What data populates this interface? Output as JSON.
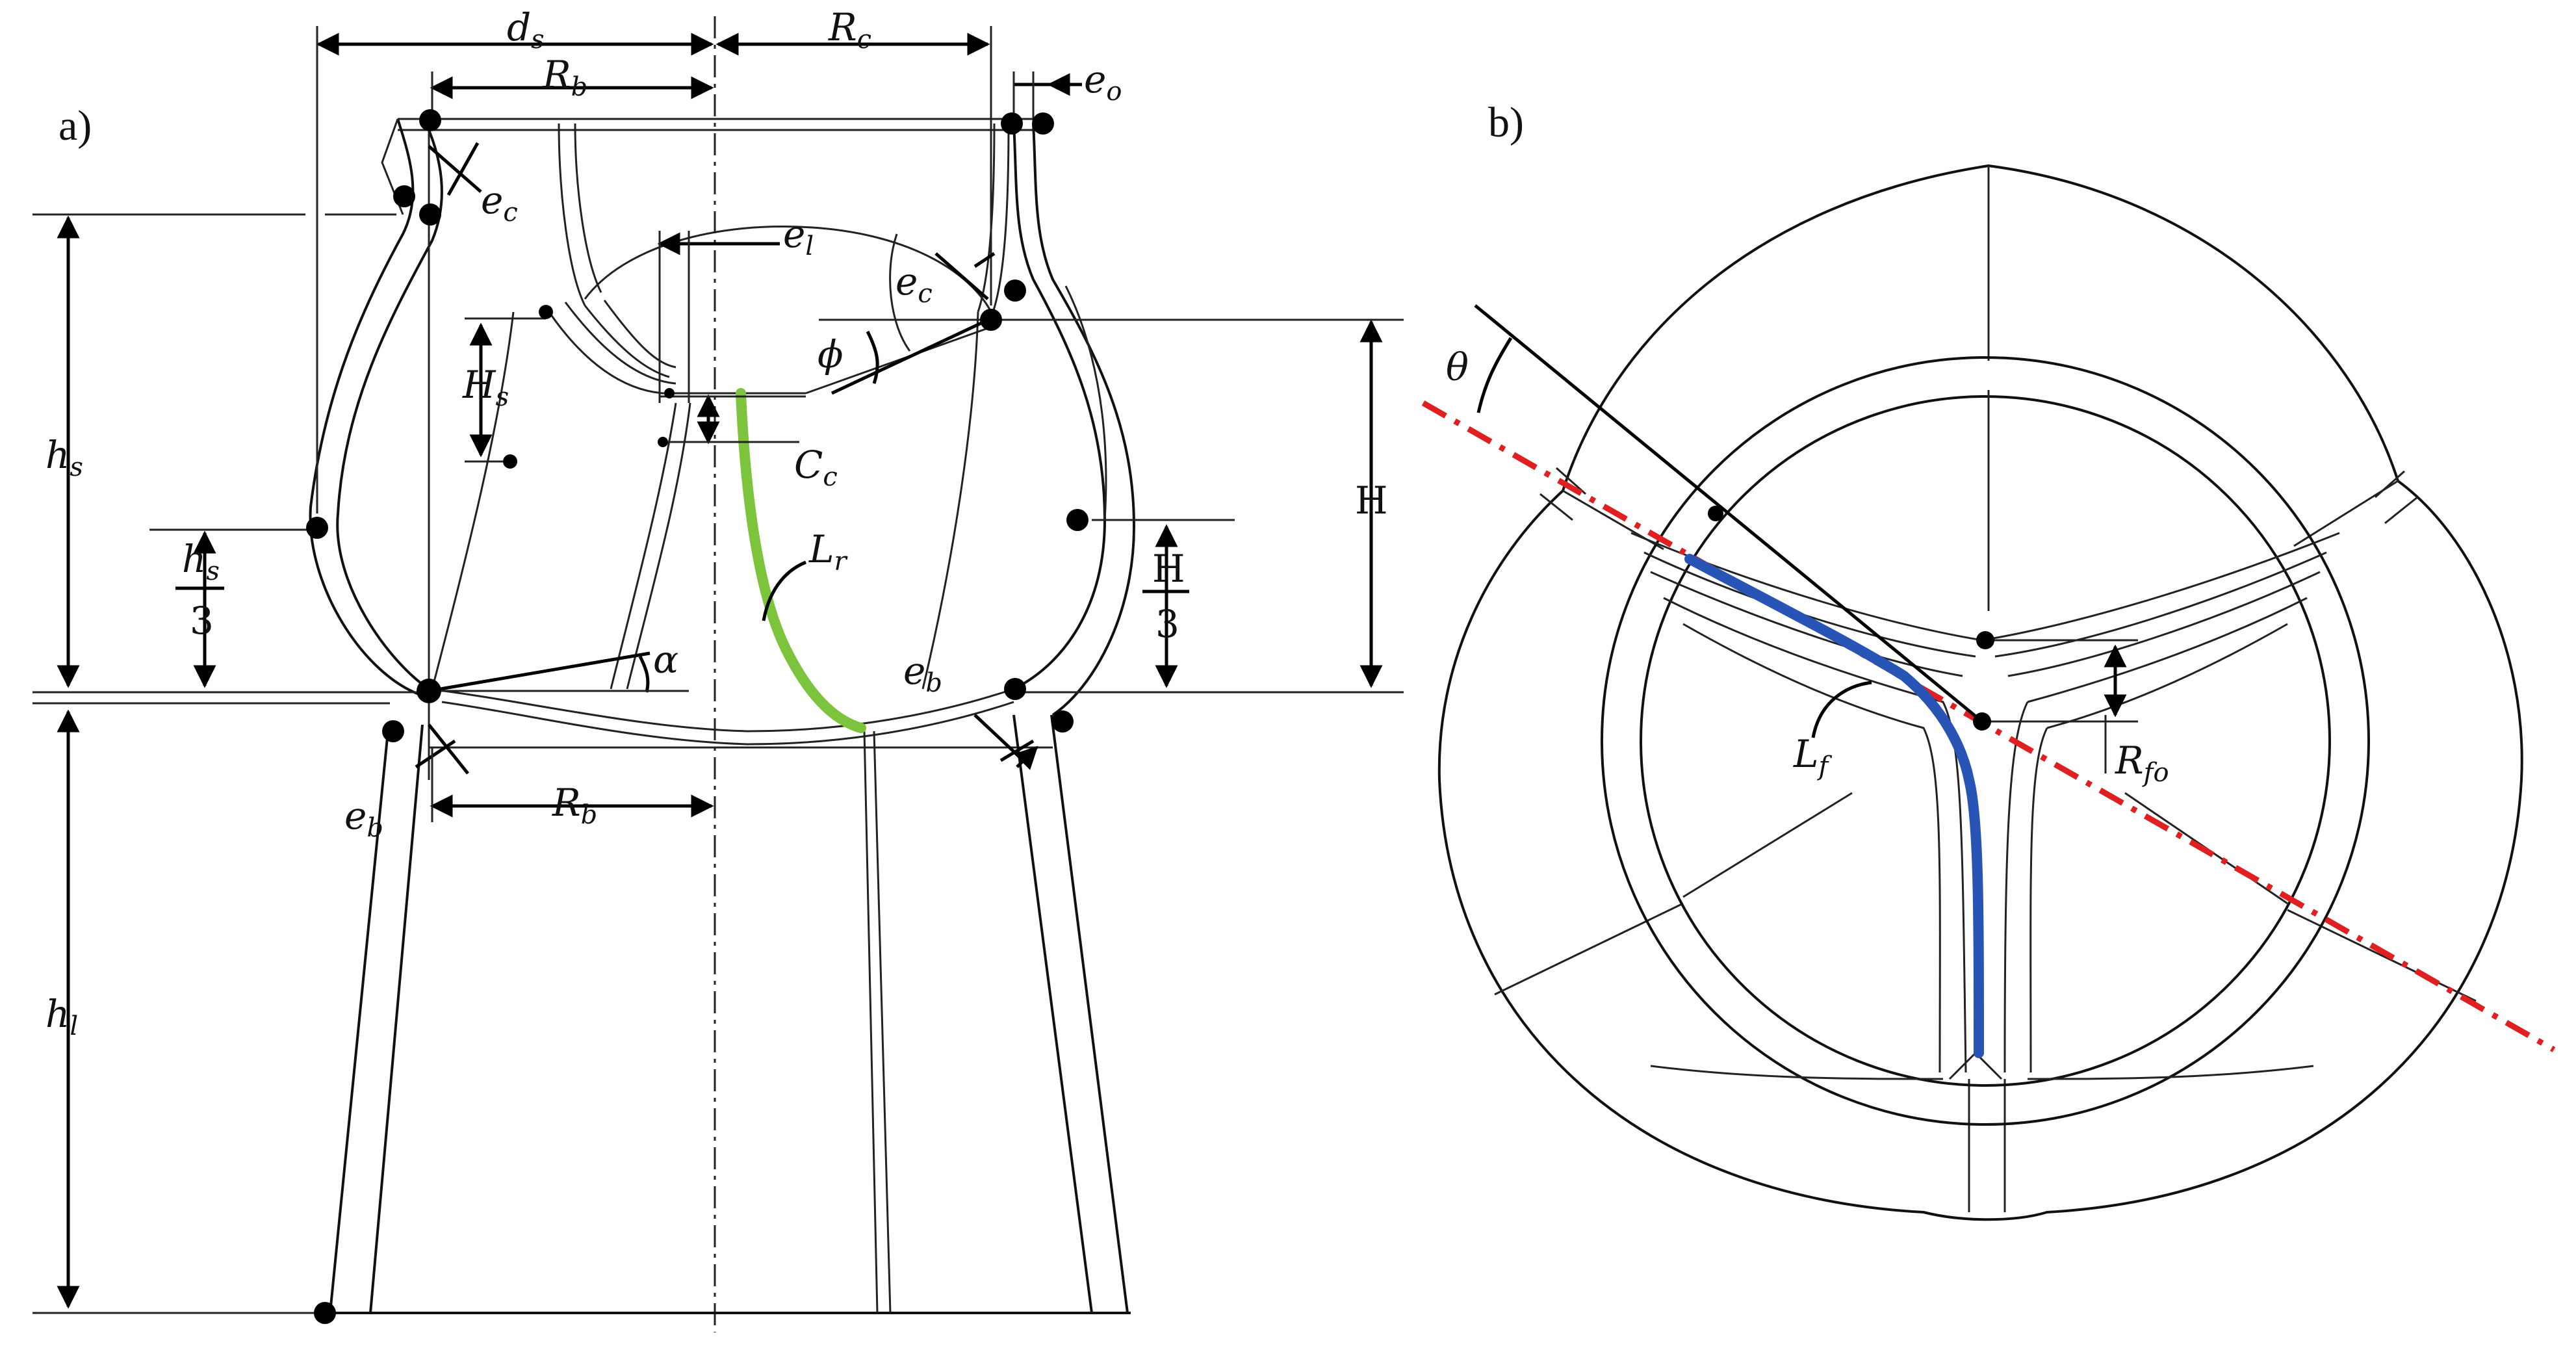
{
  "panels": {
    "a": {
      "label": "a)"
    },
    "b": {
      "label": "b)"
    }
  },
  "symbols": {
    "ds": {
      "main": "d",
      "sub": "s"
    },
    "Rc": {
      "main": "R",
      "sub": "c"
    },
    "eo": {
      "main": "e",
      "sub": "o"
    },
    "Rb_top": {
      "main": "R",
      "sub": "b"
    },
    "ec_left": {
      "main": "e",
      "sub": "c"
    },
    "el": {
      "main": "e",
      "sub": "l"
    },
    "ec_right": {
      "main": "e",
      "sub": "c"
    },
    "phi": {
      "main": "ϕ"
    },
    "Hs": {
      "main": "H",
      "sub": "s"
    },
    "Cc": {
      "main": "C",
      "sub": "c"
    },
    "hs": {
      "main": "h",
      "sub": "s"
    },
    "hs3_num": {
      "main": "h",
      "sub": "s"
    },
    "hs3_den": {
      "main": "3"
    },
    "Lr": {
      "main": "L",
      "sub": "r"
    },
    "alpha": {
      "main": "α"
    },
    "eb_right": {
      "main": "e",
      "sub": "b"
    },
    "H": {
      "main": "H"
    },
    "H3_num": {
      "main": "H"
    },
    "H3_den": {
      "main": "3"
    },
    "eb_left": {
      "main": "e",
      "sub": "b"
    },
    "Rb_bottom": {
      "main": "R",
      "sub": "b"
    },
    "hl": {
      "main": "h",
      "sub": "l"
    },
    "theta": {
      "main": "θ"
    },
    "Lf": {
      "main": "L",
      "sub": "f"
    },
    "Rfo": {
      "main": "R",
      "sub": "fo"
    }
  },
  "colors": {
    "leaflet_radial_length": "#7bc43c",
    "leaflet_free_edge": "#2855b5",
    "reference_axis": "#e02020"
  }
}
